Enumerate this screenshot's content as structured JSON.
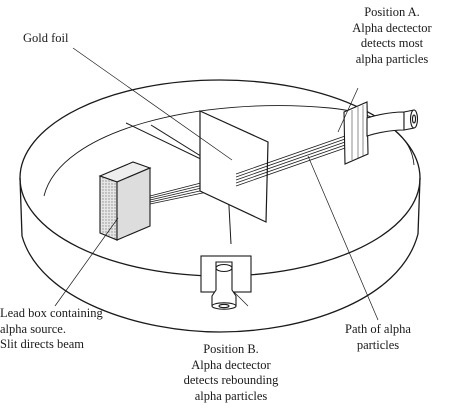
{
  "labels": {
    "gold_foil": "Gold foil",
    "position_a": [
      "Position A.",
      "Alpha dectector",
      "detects most",
      "alpha particles"
    ],
    "lead_box": [
      "Lead box containing",
      "alpha source.",
      "Slit directs beam"
    ],
    "position_b": [
      "Position B.",
      "Alpha dectector",
      "detects rebounding",
      "alpha particles"
    ],
    "path": [
      "Path of alpha",
      "particles"
    ]
  },
  "colors": {
    "ink": "#1a1a1a",
    "dish_fill": "#ffffff",
    "lead_box_fill": "#cfcfcf"
  }
}
